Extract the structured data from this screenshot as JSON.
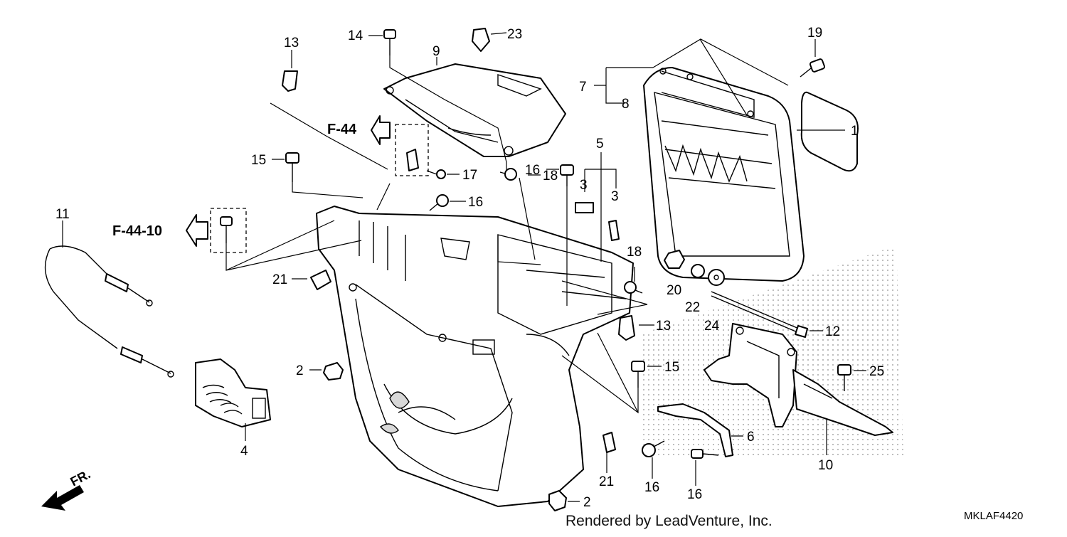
{
  "callouts": [
    {
      "text": "13"
    },
    {
      "text": "14"
    },
    {
      "text": "23"
    },
    {
      "text": "9"
    },
    {
      "text": "19"
    },
    {
      "text": "7"
    },
    {
      "text": "8"
    },
    {
      "text": "1"
    },
    {
      "text": "15"
    },
    {
      "text": "17"
    },
    {
      "text": "5"
    },
    {
      "text": "16"
    },
    {
      "text": "18"
    },
    {
      "text": "3"
    },
    {
      "text": "3"
    },
    {
      "text": "16"
    },
    {
      "text": "11"
    },
    {
      "text": "18"
    },
    {
      "text": "21"
    },
    {
      "text": "20"
    },
    {
      "text": "22"
    },
    {
      "text": "24"
    },
    {
      "text": "12"
    },
    {
      "text": "13"
    },
    {
      "text": "2"
    },
    {
      "text": "15"
    },
    {
      "text": "25"
    },
    {
      "text": "4"
    },
    {
      "text": "6"
    },
    {
      "text": "10"
    },
    {
      "text": "21"
    },
    {
      "text": "16"
    },
    {
      "text": "16"
    },
    {
      "text": "2"
    }
  ],
  "references": {
    "f44": "F-44",
    "f4410": "F-44-10"
  },
  "front_marker": "FR.",
  "footer": {
    "rendered_by": "Rendered by LeadVenture, Inc.",
    "diagram_code": "MKLAF4420"
  },
  "icons": [
    "front-arrow-icon",
    "reference-arrow-icon"
  ]
}
